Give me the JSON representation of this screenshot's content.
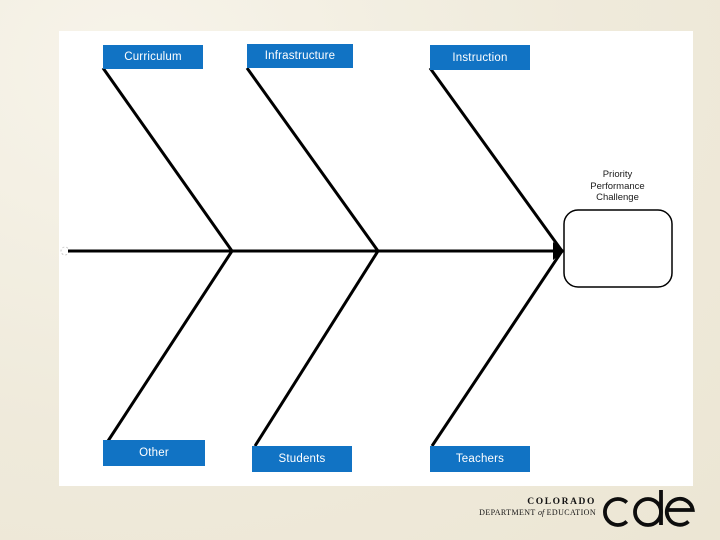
{
  "slide": {
    "background_color": "#EFEADB",
    "canvas_color": "#FFFFFF"
  },
  "fishbone": {
    "type": "cause-and-effect (Ishikawa) diagram",
    "line_color": "#000000",
    "category_box_color": "#1173C4",
    "category_text_color": "#FFFFFF",
    "categories_top": [
      {
        "label": "Curriculum"
      },
      {
        "label": "Infrastructure"
      },
      {
        "label": "Instruction"
      }
    ],
    "categories_bottom": [
      {
        "label": "Other"
      },
      {
        "label": "Students"
      },
      {
        "label": "Teachers"
      }
    ],
    "effect_label": "Priority\nPerformance\nChallenge",
    "effect_box_value": ""
  },
  "footer": {
    "org_name": "COLORADO",
    "dept_word1": "DEPARTMENT",
    "dept_word2": "of",
    "dept_word3": "EDUCATION",
    "logo_letters": "cde"
  }
}
